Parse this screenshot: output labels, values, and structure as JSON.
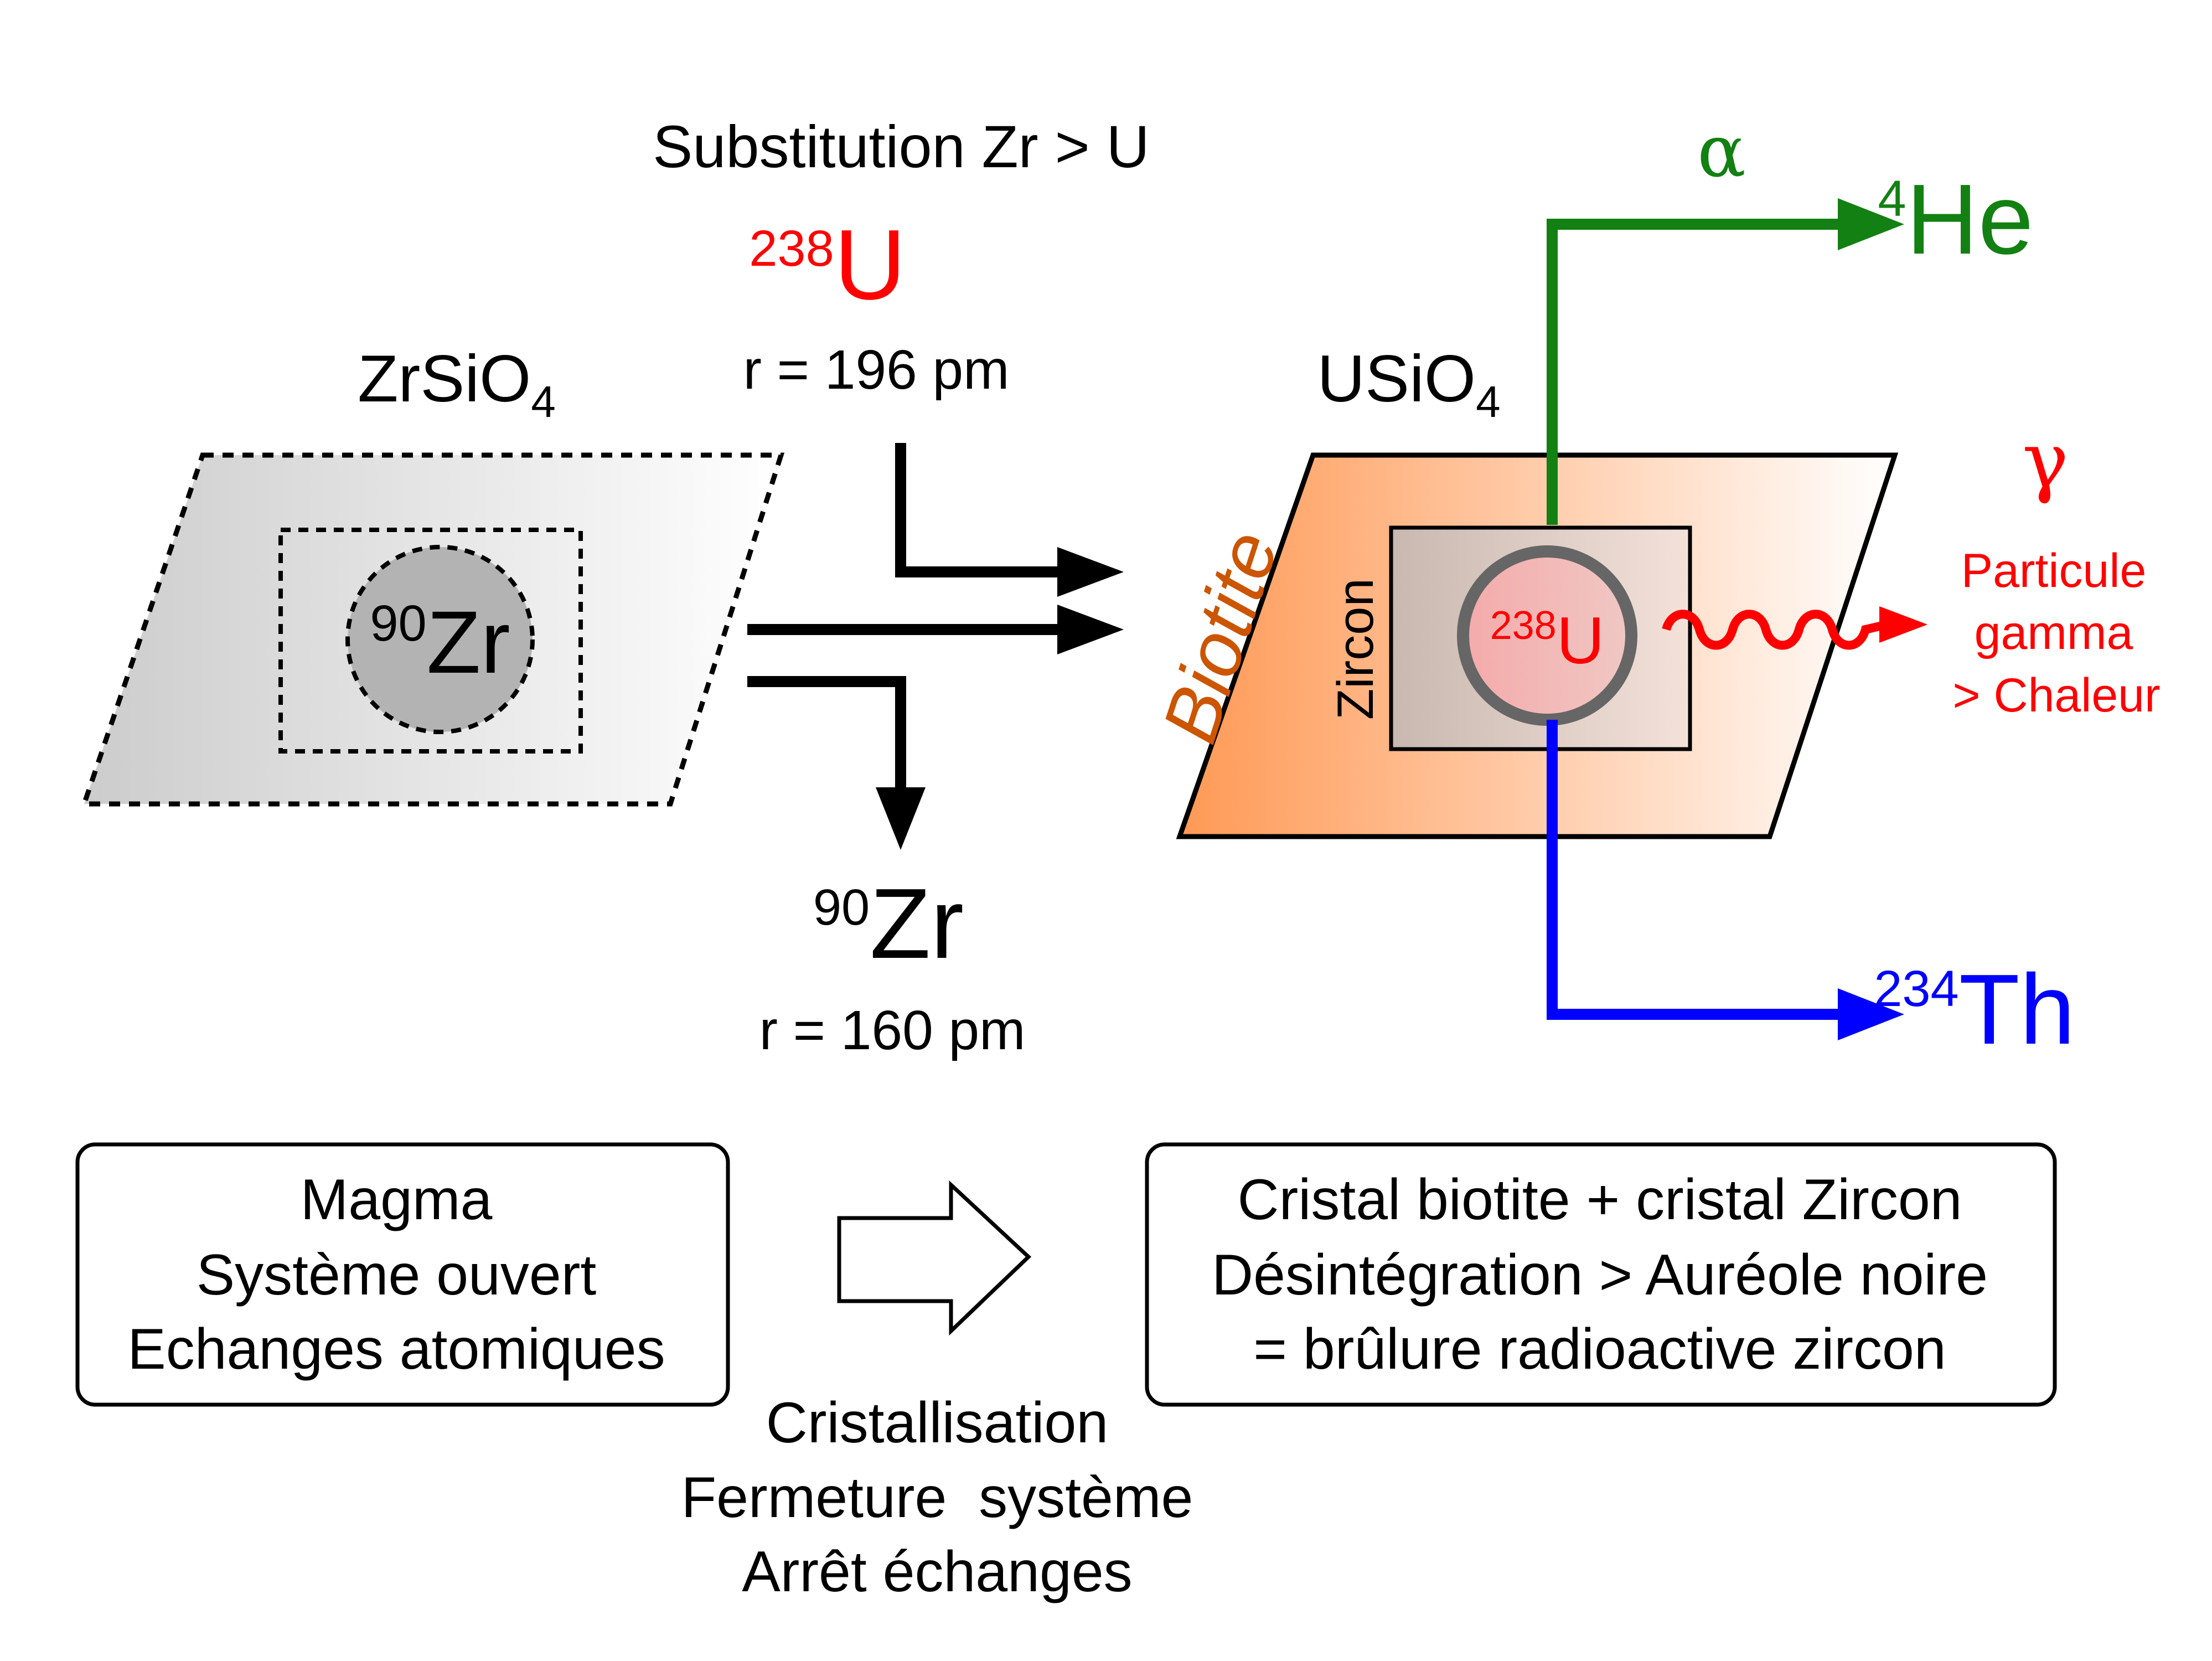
{
  "header": {
    "substitution": "Substitution Zr > U"
  },
  "uranium_in": {
    "mass": "238",
    "symbol": "U",
    "radius": "r = 196 pm"
  },
  "zirconium_out": {
    "mass": "90",
    "symbol": "Zr",
    "radius": "r = 160 pm"
  },
  "left_crystal": {
    "formula_main": "ZrSiO",
    "formula_sub": "4",
    "atom_mass": "90",
    "atom_symbol": "Zr"
  },
  "right_crystal": {
    "formula_main": "USiO",
    "formula_sub": "4",
    "biotite_label": "Biotite",
    "zircon_label": "Zircon",
    "atom_mass": "238",
    "atom_symbol": "U"
  },
  "alpha": {
    "greek": "α",
    "mass": "4",
    "symbol": "He"
  },
  "gamma": {
    "greek": "γ",
    "line1": "Particule",
    "line2": "gamma",
    "line3": "> Chaleur"
  },
  "thorium": {
    "mass": "234",
    "symbol": "Th"
  },
  "box_left": {
    "line1": "Magma",
    "line2": "Système ouvert",
    "line3": "Echanges atomiques"
  },
  "box_right": {
    "line1": "Cristal biotite + cristal Zircon",
    "line2": "Désintégration > Auréole noire",
    "line3": "= brûlure radioactive zircon"
  },
  "process": {
    "line1": "Cristallisation",
    "line2": "Fermeture  système",
    "line3": "Arrêt échanges"
  },
  "colors": {
    "uranium": "#ff0000",
    "alpha": "#128012",
    "thorium": "#0000ff",
    "biotite": "#cc5500",
    "biotite_fill_start": "#ff9955",
    "zircon_border": "#666666"
  }
}
